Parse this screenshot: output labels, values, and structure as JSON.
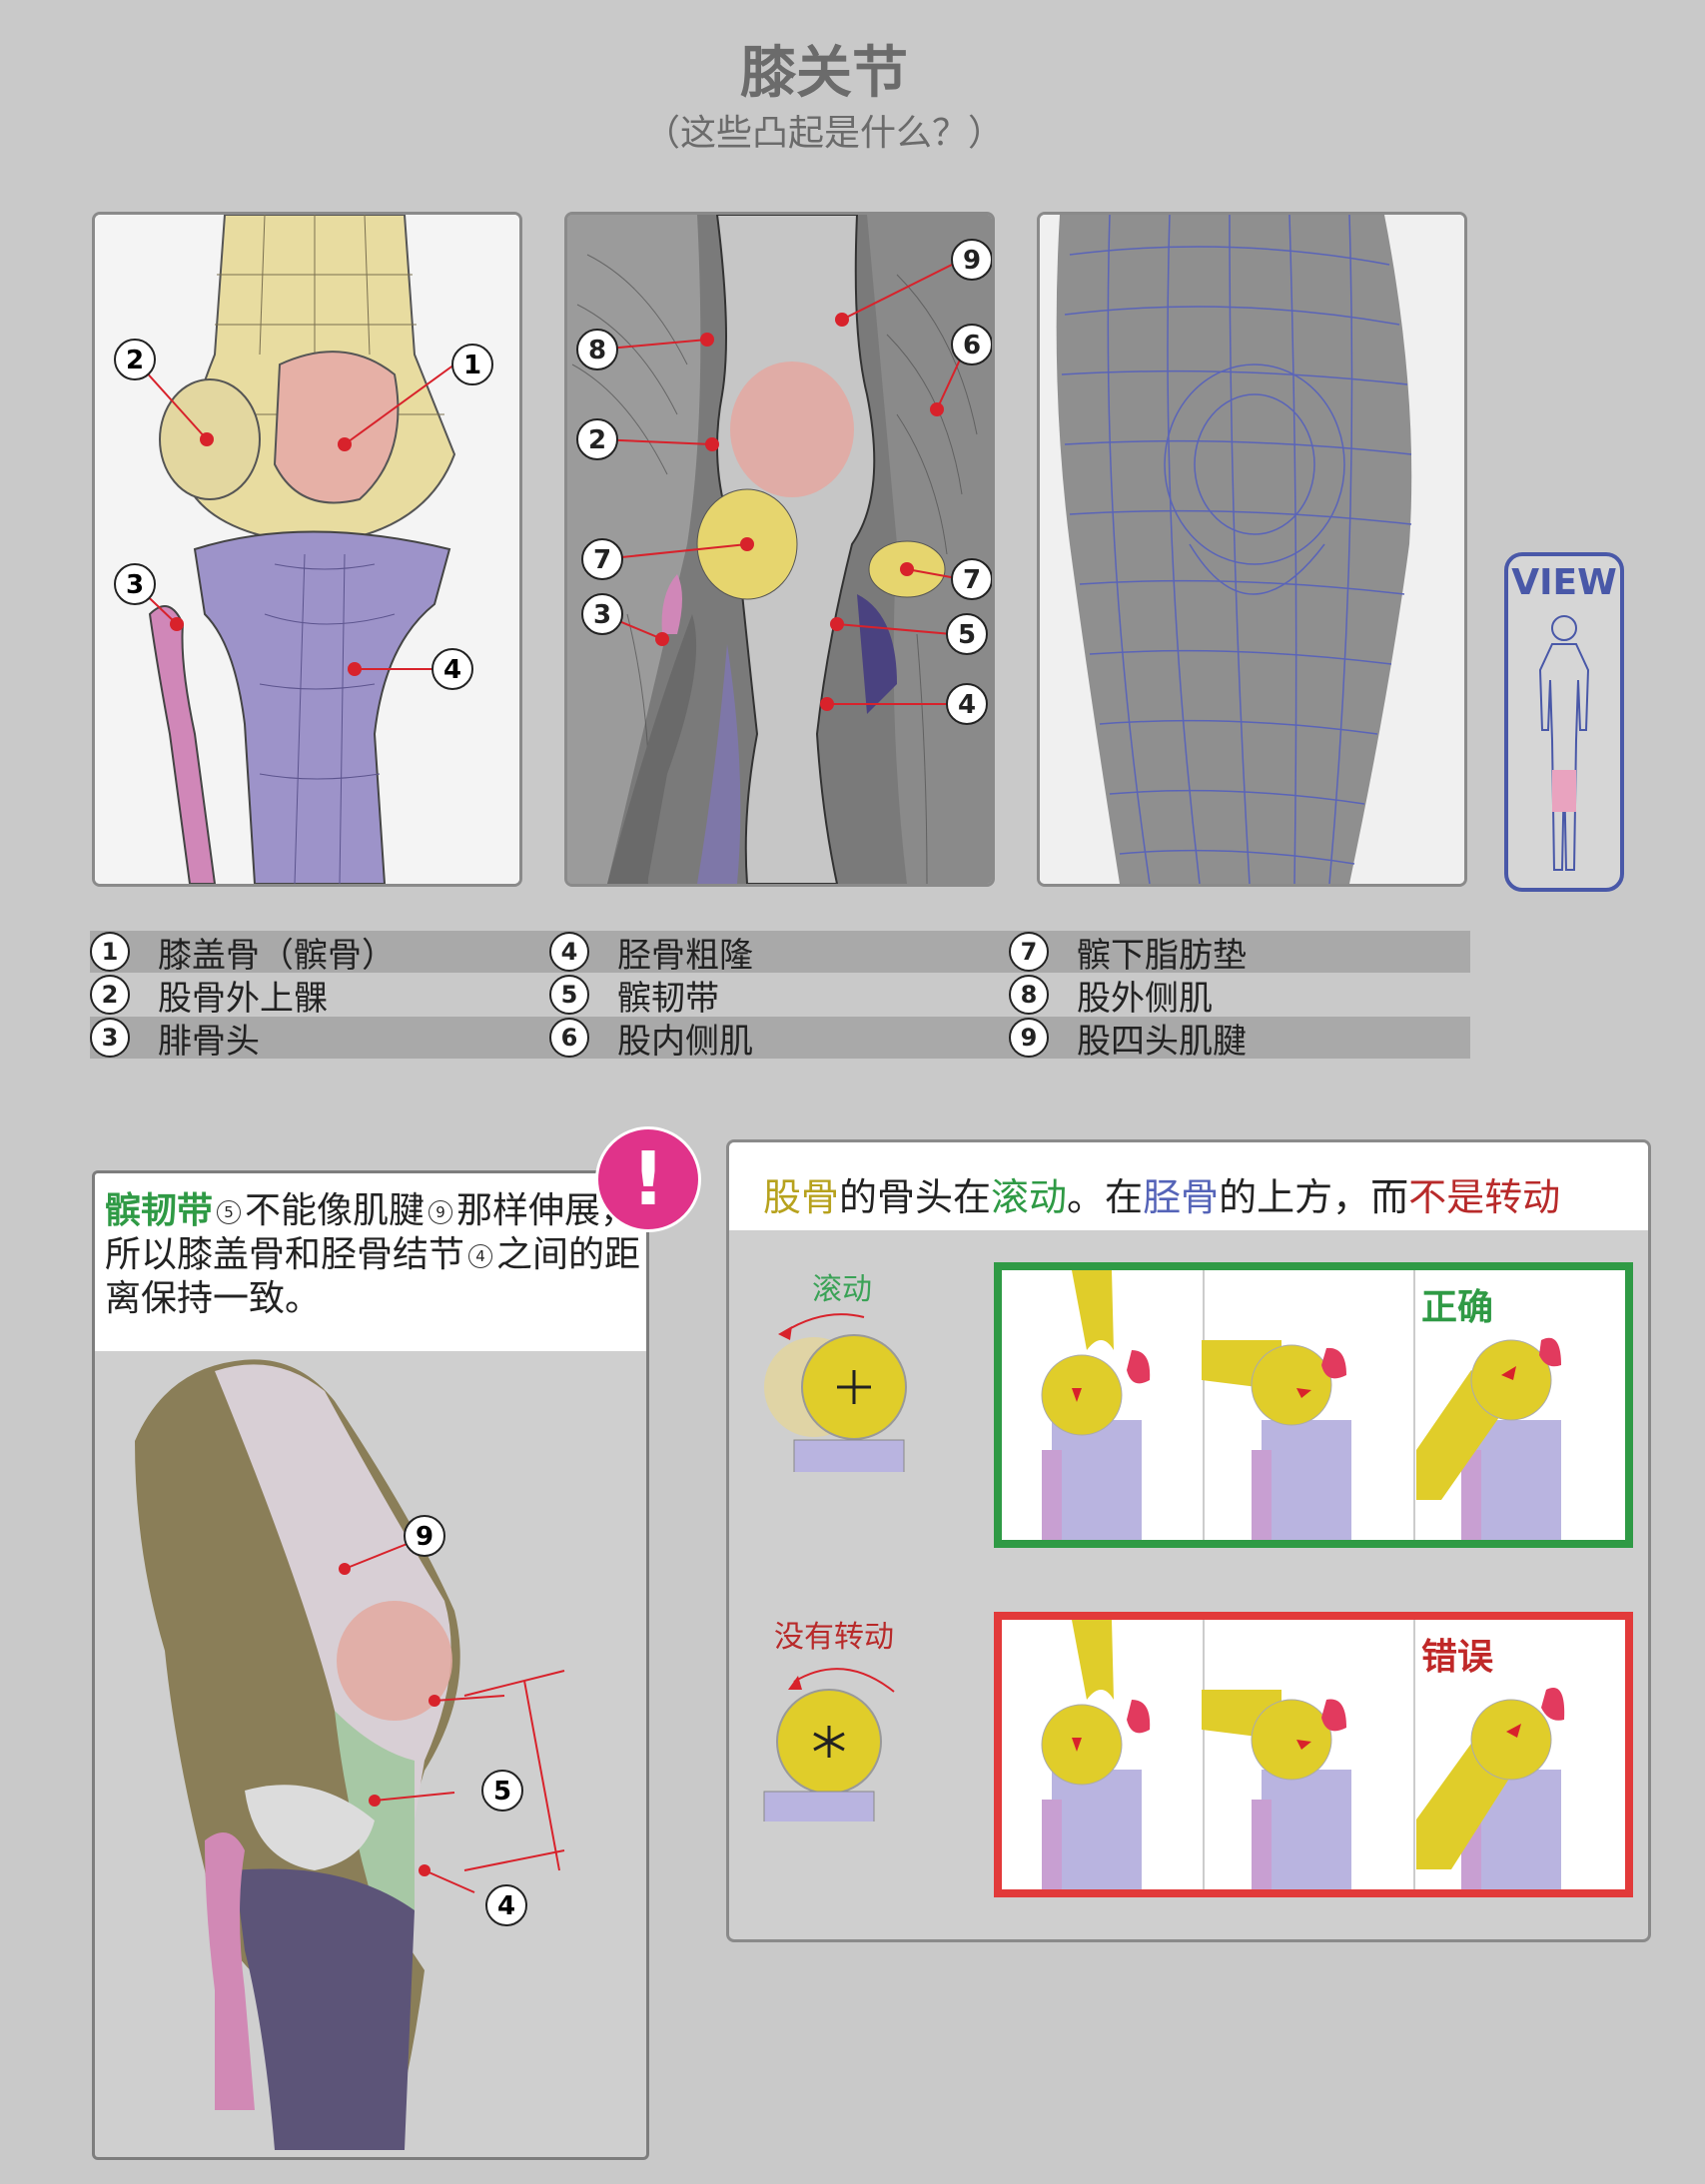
{
  "header": {
    "title": "膝关节",
    "subtitle": "（这些凸起是什么？）"
  },
  "panels": {
    "bones": {
      "callouts": [
        "1",
        "2",
        "3",
        "4"
      ]
    },
    "muscles": {
      "callouts": [
        "9",
        "8",
        "6",
        "2",
        "7",
        "7",
        "3",
        "5",
        "4"
      ]
    },
    "surface": {},
    "view_badge": {
      "label": "VIEW"
    }
  },
  "legend": [
    {
      "num": "1",
      "label": "膝盖骨（髌骨）"
    },
    {
      "num": "2",
      "label": "股骨外上髁"
    },
    {
      "num": "3",
      "label": "腓骨头"
    },
    {
      "num": "4",
      "label": "胫骨粗隆"
    },
    {
      "num": "5",
      "label": "髌韧带"
    },
    {
      "num": "6",
      "label": "股内侧肌"
    },
    {
      "num": "7",
      "label": "髌下脂肪垫"
    },
    {
      "num": "8",
      "label": "股外侧肌"
    },
    {
      "num": "9",
      "label": "股四头肌腱"
    }
  ],
  "warning": {
    "icon": "!",
    "term": "髌韧带",
    "ref1": "5",
    "text1": "不能像肌腱",
    "ref2": "9",
    "text2": "那样伸展，所以膝盖骨和胫骨结节",
    "ref3": "4",
    "text3": "之间的距离保持一致。",
    "callouts": [
      "9",
      "5",
      "4"
    ]
  },
  "rolling": {
    "heading": {
      "part1": "股骨",
      "part2": "的骨头在",
      "part3": "滚动",
      "part4": "。在",
      "part5": "胫骨",
      "part6": "的上方，而",
      "part7": "不是转动"
    },
    "roll_label": "滚动",
    "no_rotate_label": "没有转动",
    "correct_label": "正确",
    "wrong_label": "错误"
  },
  "colors": {
    "background": "#c9c9c9",
    "femur": "#e9d98e",
    "tibia": "#9d93c9",
    "fibula": "#d087b8",
    "correct": "#2f9a45",
    "wrong": "#e23a3a",
    "view": "#4958a8",
    "alert": "#e0338a"
  }
}
